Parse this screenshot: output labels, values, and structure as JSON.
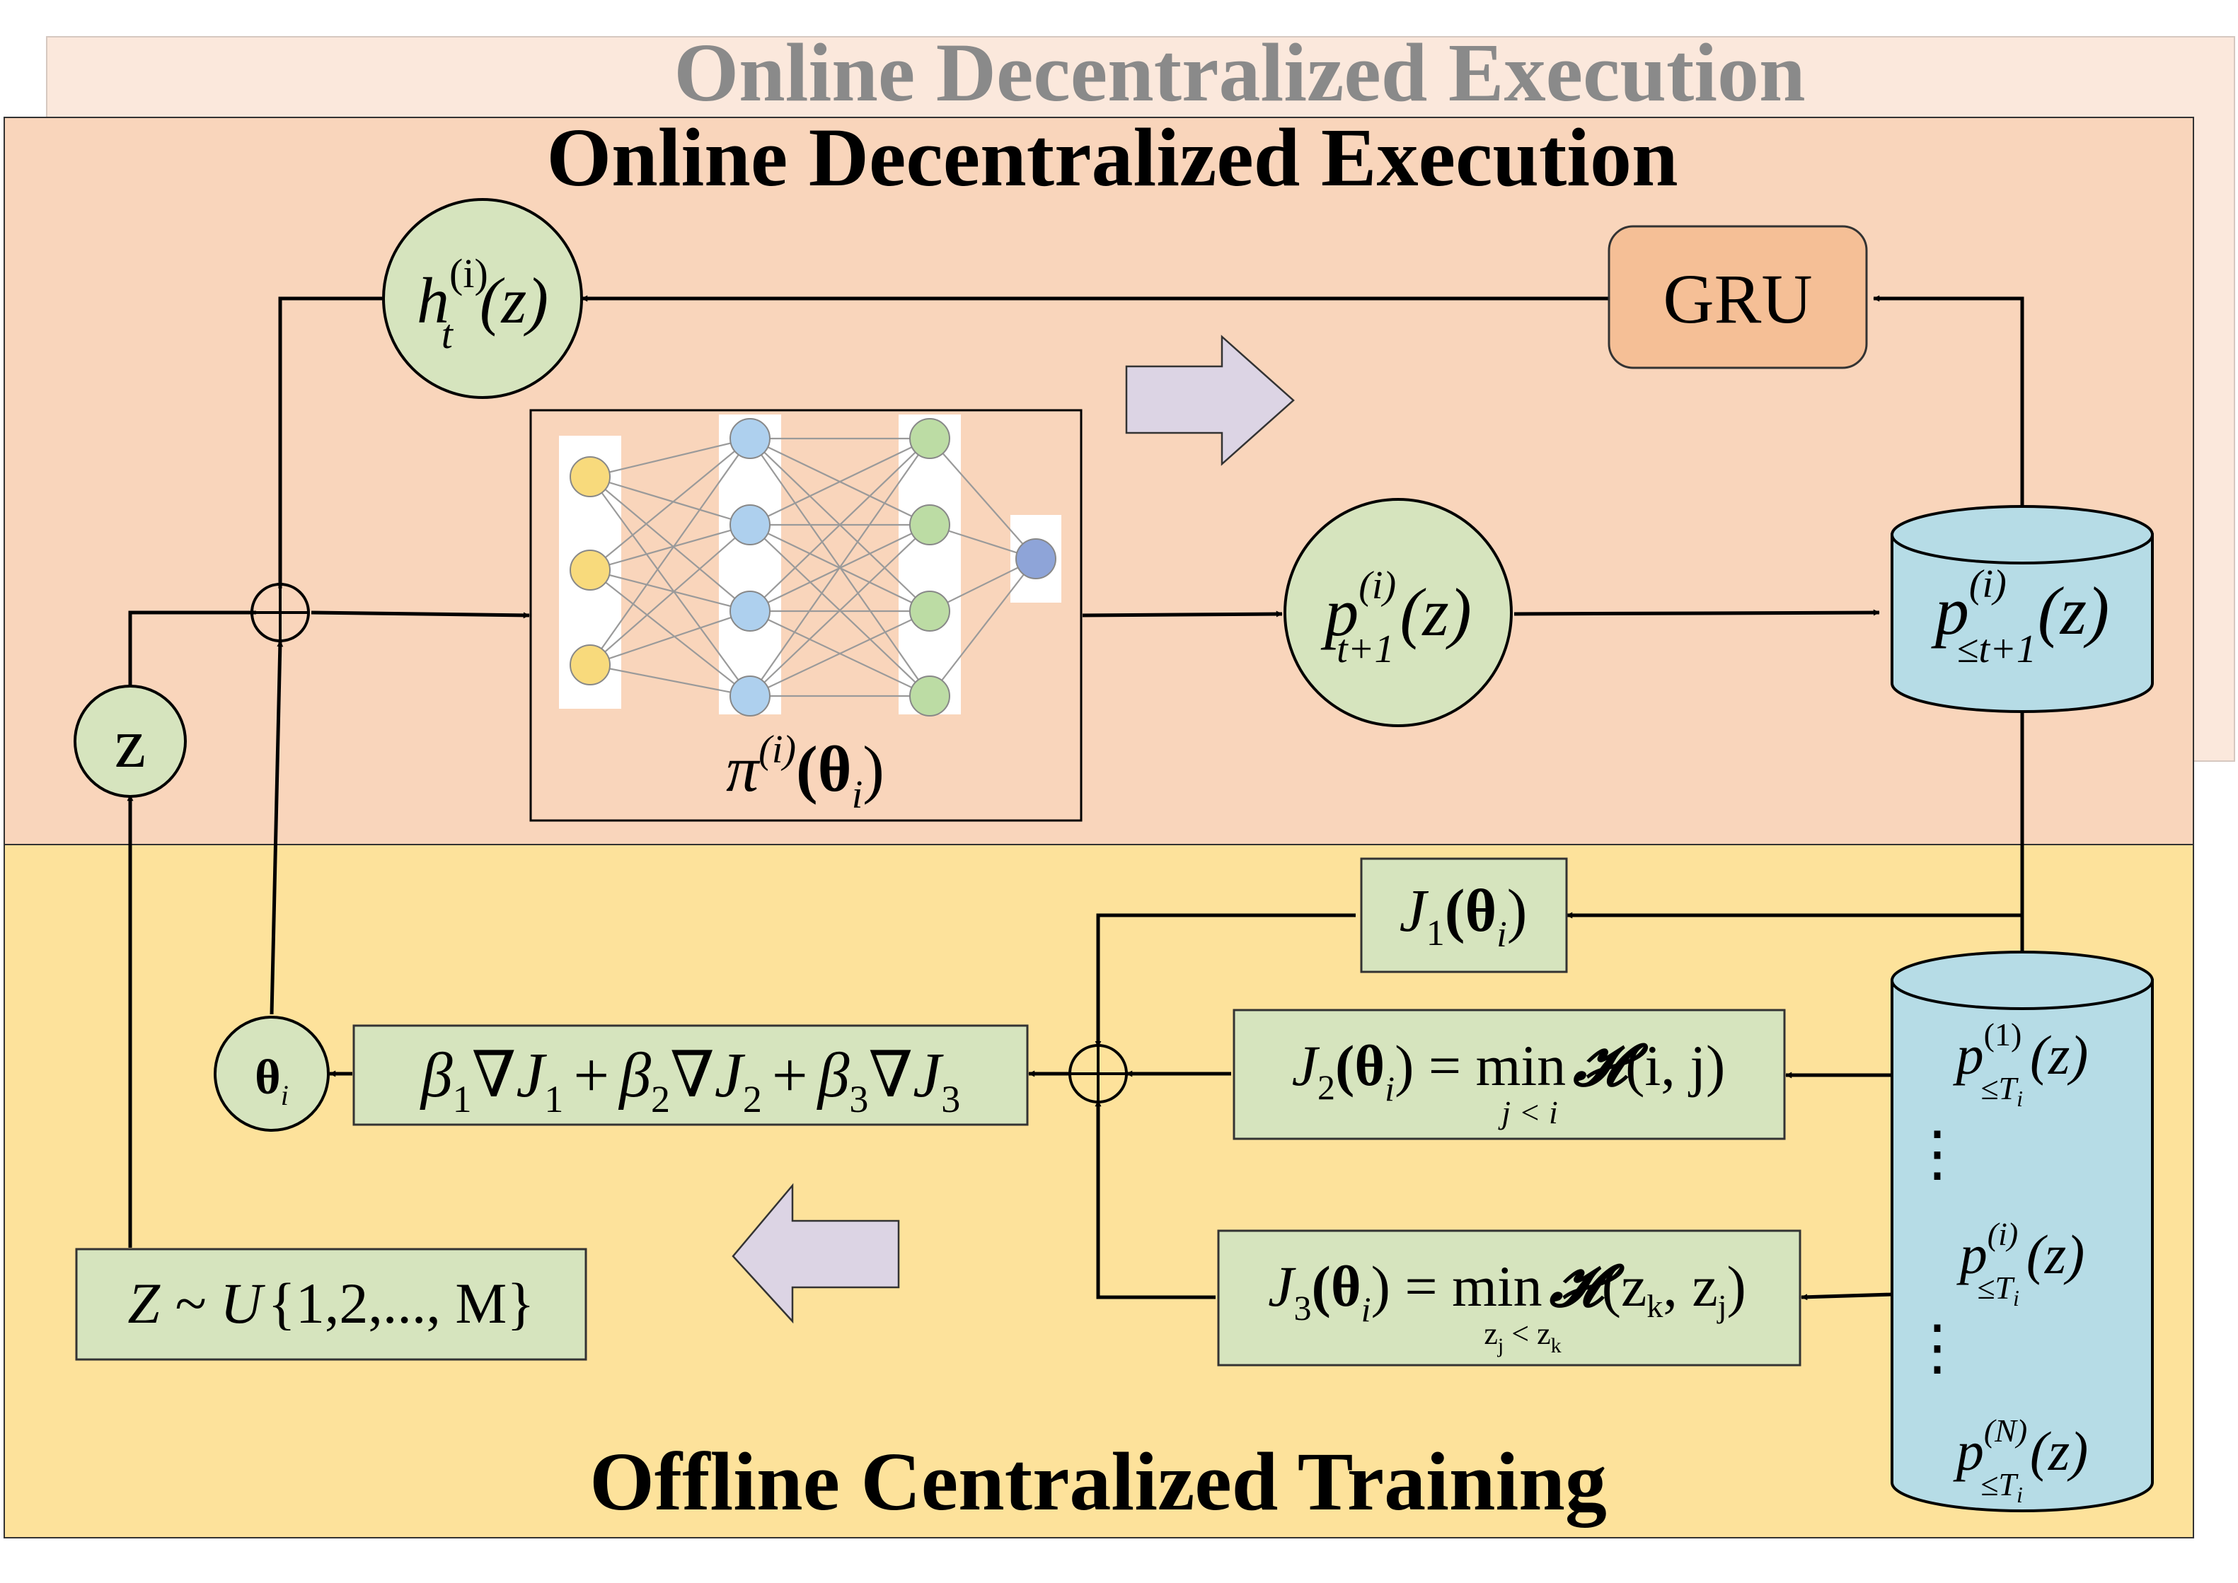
{
  "titles": {
    "ghost": "Online Decentralized Execution",
    "online": "Online Decentralized Execution",
    "offline": "Offline Centralized Training"
  },
  "nodes": {
    "z": "z",
    "gru": "GRU",
    "theta_i": "θ",
    "theta_i_sub": "i",
    "policy": "π",
    "policy_sup": "(i)",
    "policy_arg": "(θ",
    "policy_arg_sub": "i",
    "policy_close": ")",
    "hidden": "h",
    "hidden_sup": "(i)",
    "hidden_sub": "t",
    "hidden_arg": "(z)",
    "pred": "p",
    "pred_sup": "(i)",
    "pred_sub": "t+1",
    "pred_arg": "(z)",
    "hist": "p",
    "hist_sup": "(i)",
    "hist_sub": "≤t+1",
    "hist_arg": "(z)"
  },
  "losses": {
    "j1": "J",
    "j1_sub": "1",
    "j1_arg": "(θ",
    "j1_arg_sub": "i",
    "j1_close": ")",
    "j2_lhs": "J",
    "j2_sub": "2",
    "j2_arg": "(θ",
    "j2_arg_sub": "i",
    "j2_eq": ") = min",
    "j2_h": "𝓗",
    "j2_rest": "(i, j)",
    "j2_under": "j < i",
    "j3_lhs": "J",
    "j3_sub": "3",
    "j3_arg": "(θ",
    "j3_arg_sub": "i",
    "j3_eq": ") = min",
    "j3_h": "𝓗",
    "j3_rest": "(z",
    "j3_k": "k",
    "j3_comma": ", z",
    "j3_j": "j",
    "j3_close": ")",
    "j3_under_a": "z",
    "j3_under_a_sub": "j",
    "j3_under_lt": " < z",
    "j3_under_b_sub": "k"
  },
  "gradient": {
    "b1": "β",
    "s1": "1",
    "g1": "∇J",
    "t1": "1",
    "plus1": "+",
    "b2": "β",
    "s2": "2",
    "g2": "∇J",
    "t2": "2",
    "plus2": "+",
    "b3": "β",
    "s3": "3",
    "g3": "∇J",
    "t3": "3"
  },
  "sampling": {
    "lhs": "Z ~ U",
    "set": "{1,2,..., M}"
  },
  "buffer": {
    "p1": "p",
    "p1_sup": "(1)",
    "p1_sub": "≤T",
    "p1_sub_i": "i",
    "p1_arg": "(z)",
    "dots1": "⋮",
    "pi": "p",
    "pi_sup": "(i)",
    "pi_sub": "≤T",
    "pi_sub_i": "i",
    "pi_arg": "(z)",
    "dots2": "⋮",
    "pn": "p",
    "pn_sup": "(N)",
    "pn_sub": "≤T",
    "pn_sub_i": "i",
    "pn_arg": "(z)"
  },
  "colors": {
    "online_bg": "#f9d5bb",
    "ghost_bg": "#fbe8dc",
    "offline_bg": "#fde29b",
    "green": "#d6e4be",
    "blue": "#b6dce6",
    "gru": "#f5bf96",
    "arrow_fill": "#dcd4e4",
    "node_yellow": "#f8da7c",
    "node_blue": "#aed0ee",
    "node_green": "#bcdca4",
    "node_out": "#8ea4d8"
  }
}
